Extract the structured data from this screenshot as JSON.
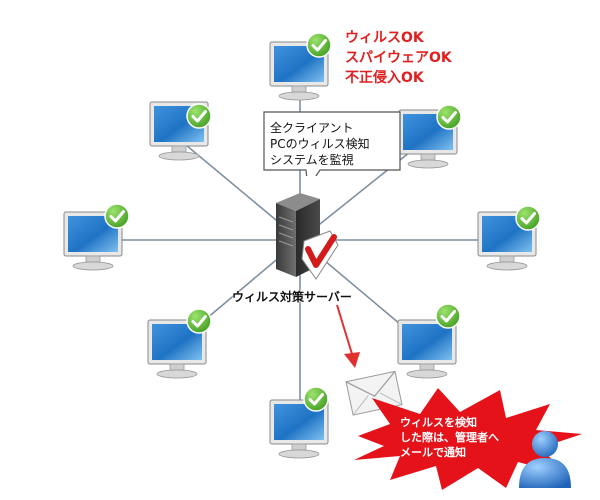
{
  "diagram": {
    "status_lines": [
      "ウィルスOK",
      "スパイウェアOK",
      "不正侵入OK"
    ],
    "callout_lines": [
      "全クライアント",
      "PCのウィルス検知",
      "システムを監視"
    ],
    "server_label": "ウィルス対策サーバー",
    "alert_lines": [
      "ウィルスを検知",
      "した際は、管理者へ",
      "メールで通知"
    ],
    "clients": [
      {
        "name": "pc-top",
        "status": "ok"
      },
      {
        "name": "pc-upper-left",
        "status": "ok"
      },
      {
        "name": "pc-upper-right",
        "status": "ok"
      },
      {
        "name": "pc-left",
        "status": "ok"
      },
      {
        "name": "pc-right",
        "status": "ok"
      },
      {
        "name": "pc-lower-left",
        "status": "ok"
      },
      {
        "name": "pc-lower-right",
        "status": "ok"
      },
      {
        "name": "pc-bottom",
        "status": "ok"
      }
    ],
    "colors": {
      "line": "#7f8fa0",
      "check": "#5cb531",
      "status_text": "#e02020",
      "alert_burst": "#e5121a",
      "mail_arrow": "#e03030",
      "user": "#2f7fd0"
    }
  }
}
